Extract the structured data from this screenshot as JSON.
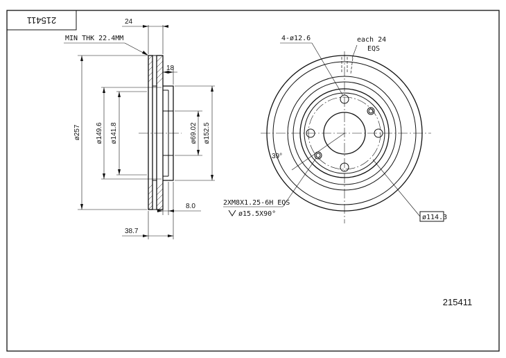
{
  "frame": {
    "part_number_box": "215411",
    "part_number": "215411"
  },
  "section_view": {
    "min_thickness": "MIN THK 22.4MM",
    "dim_top_width": "24",
    "dim_hat": "18",
    "dim_outer_diameter": "ø257",
    "dim_hat_outer": "ø149.6",
    "dim_hat_inner": "ø141.8",
    "dim_center_bore": "ø69.02",
    "dim_hub_face": "ø152.5",
    "dim_offset": "8.0",
    "dim_total_height": "38.7"
  },
  "front_view": {
    "bolt_holes": "4-ø12.6",
    "vent_spacing": "each 24",
    "vent_eqs": "EQS",
    "angle": "39°",
    "thread": "2XM8X1.25-6H EQS",
    "countersink": "ø15.5X90°",
    "pcd": "ø114.3"
  }
}
